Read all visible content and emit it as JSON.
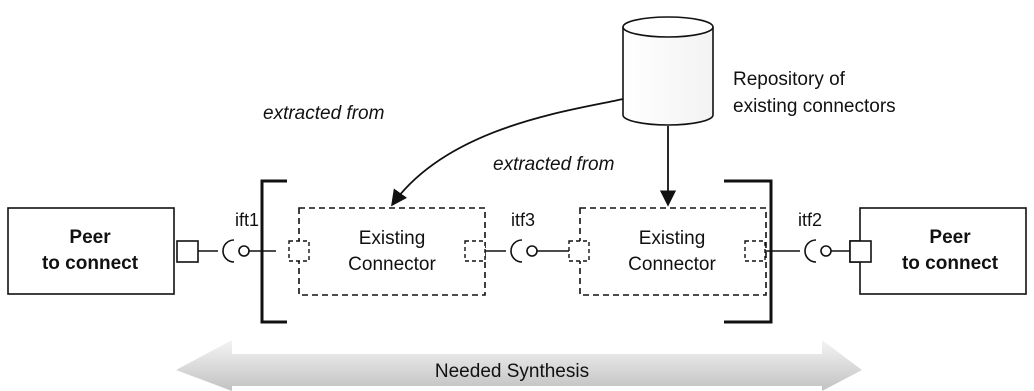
{
  "peers": {
    "left": {
      "line1": "Peer",
      "line2": "to connect"
    },
    "right": {
      "line1": "Peer",
      "line2": "to connect"
    }
  },
  "connectors": {
    "first": {
      "line1": "Existing",
      "line2": "Connector"
    },
    "second": {
      "line1": "Existing",
      "line2": "Connector"
    }
  },
  "interfaces": {
    "ift1": "ift1",
    "itf3": "itf3",
    "itf2": "itf2"
  },
  "repository": {
    "line1": "Repository of",
    "line2": "existing connectors"
  },
  "annotations": {
    "extracted_left": "extracted from",
    "extracted_center": "extracted from"
  },
  "synthesis_label": "Needed Synthesis",
  "colors": {
    "stroke": "#111111",
    "arrow_band_light": "#f2f2f2",
    "arrow_band_dark": "#bdbdbd"
  }
}
